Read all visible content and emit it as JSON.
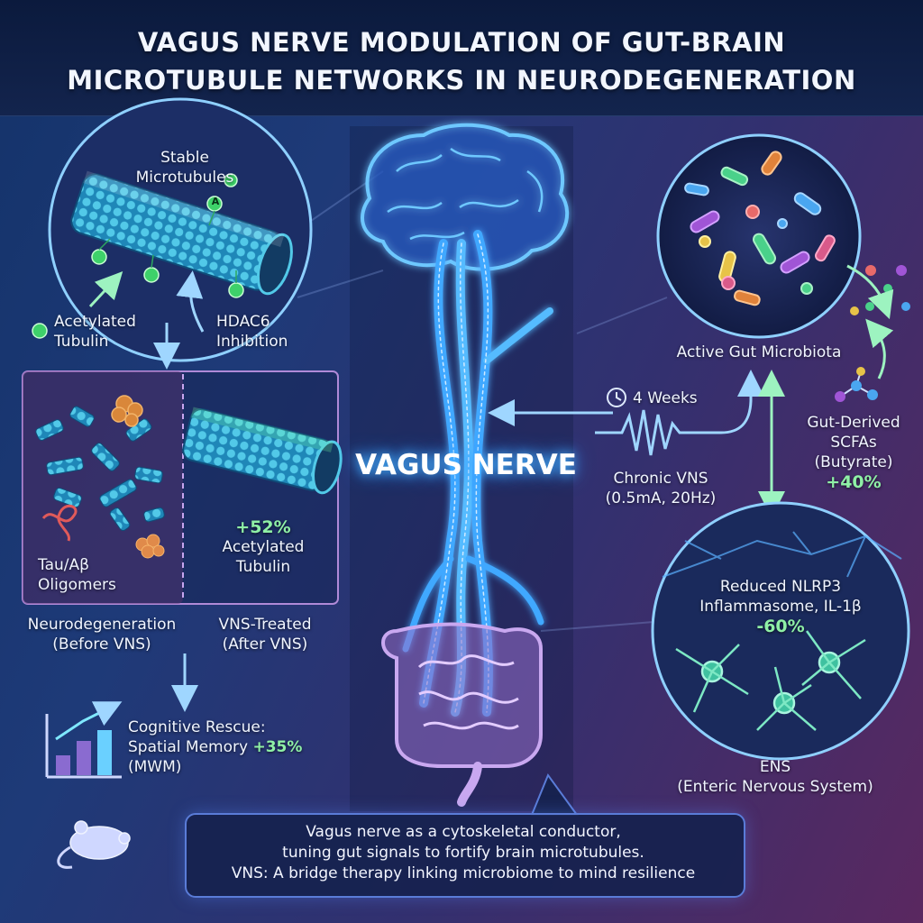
{
  "title": {
    "line1": "VAGUS NERVE MODULATION OF GUT-BRAIN",
    "line2": "MICROTUBULE NETWORKS IN NEURODEGENERATION"
  },
  "microtubule_panel": {
    "heading_line1": "Stable",
    "heading_line2": "Microtubules",
    "acetylated_line1": "Acetylated",
    "acetylated_line2": "Tubulin",
    "hdac6_line1": "HDAC6",
    "hdac6_line2": "Inhibition",
    "marker_letter": "A"
  },
  "comparison_panel": {
    "oligomers_line1": "Tau/Aβ",
    "oligomers_line2": "Oligomers",
    "increase_value": "+52%",
    "increase_line1": "Acetylated",
    "increase_line2": "Tubulin",
    "before_line1": "Neurodegeneration",
    "before_line2": "(Before VNS)",
    "after_line1": "VNS-Treated",
    "after_line2": "(After VNS)"
  },
  "cognitive": {
    "line1": "Cognitive Rescue:",
    "line2_prefix": "Spatial Memory ",
    "line2_value": "+35%",
    "line3": "(MWM)"
  },
  "center": {
    "vagus_label": "VAGUS NERVE"
  },
  "stimulation": {
    "duration": "4 Weeks",
    "line1": "Chronic VNS",
    "line2": "(0.5mA, 20Hz)"
  },
  "microbiota": {
    "label": "Active Gut Microbiota"
  },
  "scfa": {
    "line1": "Gut-Derived",
    "line2": "SCFAs",
    "line3": "(Butyrate)",
    "value": "+40%"
  },
  "ens_panel": {
    "line1": "Reduced NLRP3",
    "line2": "Inflammasome, IL-1β",
    "value": "-60%",
    "caption_line1": "ENS",
    "caption_line2": "(Enteric Nervous System)"
  },
  "summary": {
    "line1": "Vagus nerve as a cytoskeletal conductor,",
    "line2": "tuning gut signals to fortify brain microtubules.",
    "line3": "VNS: A bridge therapy linking microbiome to mind resilience"
  }
}
